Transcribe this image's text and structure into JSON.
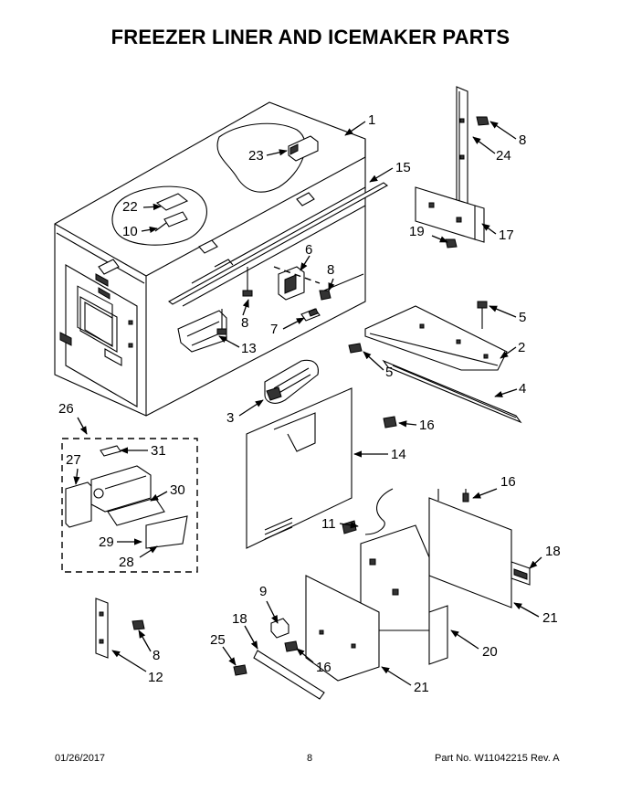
{
  "title": "FREEZER LINER AND ICEMAKER PARTS",
  "callouts": {
    "c1": "1",
    "c2": "2",
    "c3": "3",
    "c4": "4",
    "c5a": "5",
    "c5b": "5",
    "c6": "6",
    "c7": "7",
    "c8a": "8",
    "c8b": "8",
    "c8c": "8",
    "c8d": "8",
    "c9": "9",
    "c10": "10",
    "c11": "11",
    "c12": "12",
    "c13": "13",
    "c14": "14",
    "c15": "15",
    "c16a": "16",
    "c16b": "16",
    "c16c": "16",
    "c17": "17",
    "c18a": "18",
    "c18b": "18",
    "c19": "19",
    "c20": "20",
    "c21a": "21",
    "c21b": "21",
    "c22": "22",
    "c23": "23",
    "c24": "24",
    "c25": "25",
    "c26": "26",
    "c27": "27",
    "c28": "28",
    "c29": "29",
    "c30": "30",
    "c31": "31"
  },
  "footer": {
    "date": "01/26/2017",
    "page": "8",
    "part_no": "Part No.  W11042215  Rev.  A"
  }
}
